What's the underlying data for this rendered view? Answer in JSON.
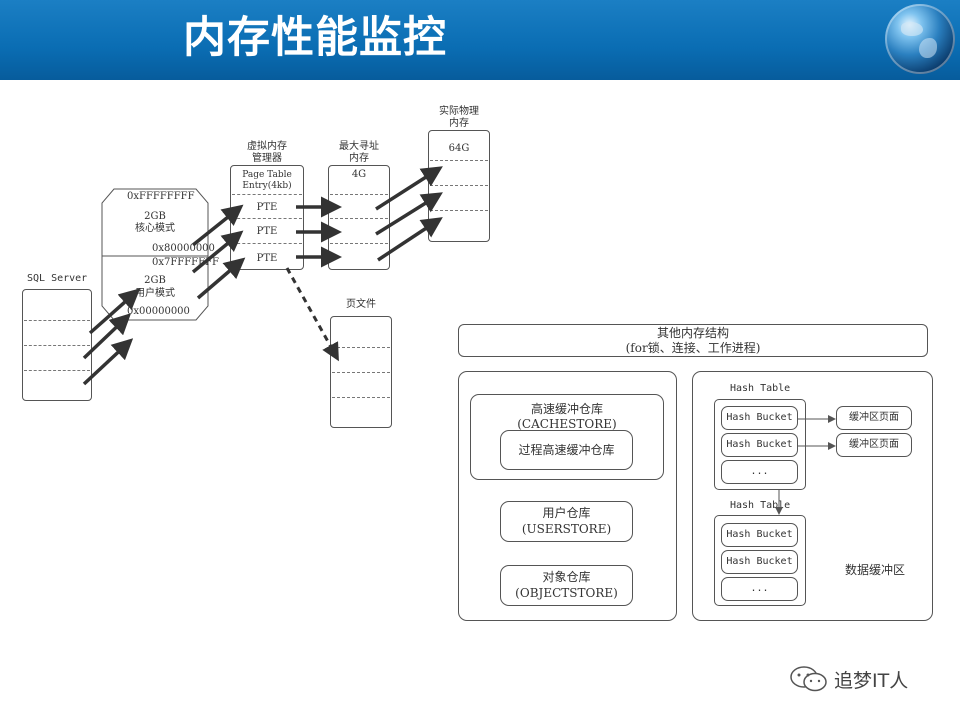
{
  "header": {
    "title": "内存性能监控"
  },
  "left": {
    "sql_server": "SQL Server",
    "vas": {
      "top_addr": "0xFFFFFFFF",
      "kernel_size": "2GB",
      "kernel_label": "核心模式",
      "mid_addr_1": "0x80000000",
      "mid_addr_2": "0x7FFFFFFF",
      "user_size": "2GB",
      "user_label": "用户模式",
      "bottom_addr": "0x00000000"
    },
    "vmm": {
      "title_1": "虚拟内存",
      "title_2": "管理器",
      "entry_1": "Page Table",
      "entry_2": "Entry(4kb)",
      "pte": [
        "PTE",
        "PTE",
        "PTE"
      ]
    },
    "max_addr": {
      "title_1": "最大寻址",
      "title_2": "内存",
      "size": "4G"
    },
    "physical": {
      "title_1": "实际物理",
      "title_2": "内存",
      "size": "64G"
    },
    "pagefile": {
      "title": "页文件"
    }
  },
  "right": {
    "other": {
      "line1": "其他内存结构",
      "line2": "(for锁、连接、工作进程)"
    },
    "cachestore": {
      "line1": "高速缓冲仓库",
      "line2": "(CACHESTORE)"
    },
    "proc_cache": {
      "label": "过程高速缓冲仓库"
    },
    "userstore": {
      "line1": "用户仓库",
      "line2": "(USERSTORE)"
    },
    "objectstore": {
      "line1": "对象仓库",
      "line2": "(OBJECTSTORE)"
    },
    "hash_table_1": {
      "title": "Hash Table",
      "buckets": [
        "Hash Bucket",
        "Hash Bucket",
        "..."
      ]
    },
    "hash_table_2": {
      "title": "Hash Table",
      "buckets": [
        "Hash Bucket",
        "Hash Bucket",
        "..."
      ]
    },
    "buffer_pages": [
      "缓冲区页面",
      "缓冲区页面"
    ],
    "data_buffer": "数据缓冲区"
  },
  "watermark": {
    "text": "追梦IT人"
  },
  "icons": [
    "globe-icon",
    "wechat-icon"
  ]
}
